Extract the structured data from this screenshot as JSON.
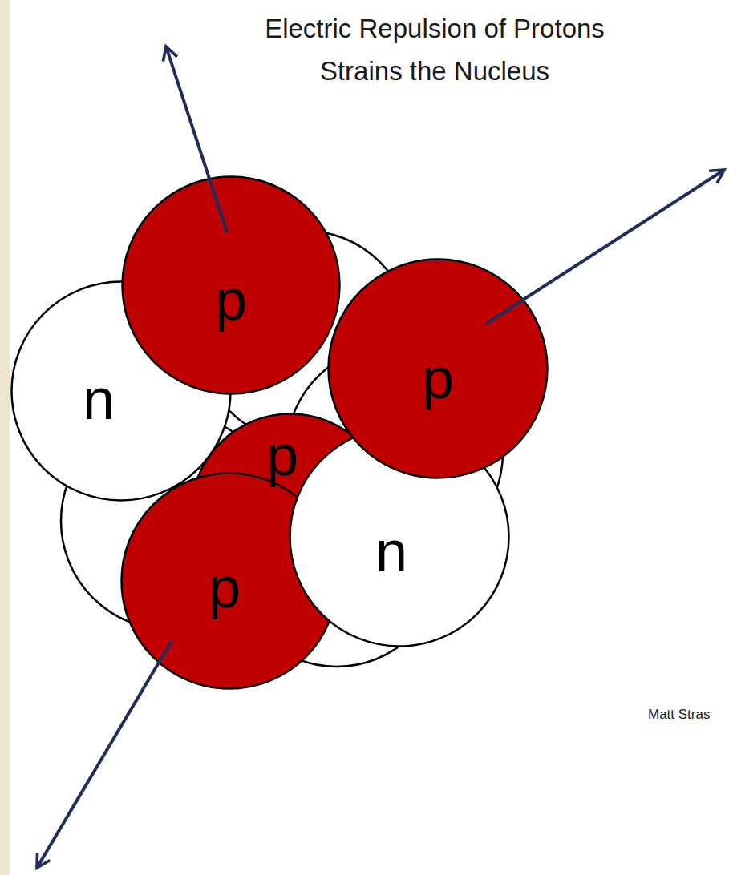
{
  "diagram": {
    "title": "Electric Repulsion of Protons Strains the Nucleus",
    "nodes": [
      {
        "text": [
          "p"
        ]
      },
      {
        "text": [
          "n"
        ]
      },
      {
        "text": [
          "p"
        ]
      },
      {
        "text": [
          "p"
        ]
      },
      {
        "text": [
          "n"
        ]
      },
      {
        "text": [
          "p"
        ]
      }
    ],
    "labels": [
      "Matt Stras"
    ]
  }
}
